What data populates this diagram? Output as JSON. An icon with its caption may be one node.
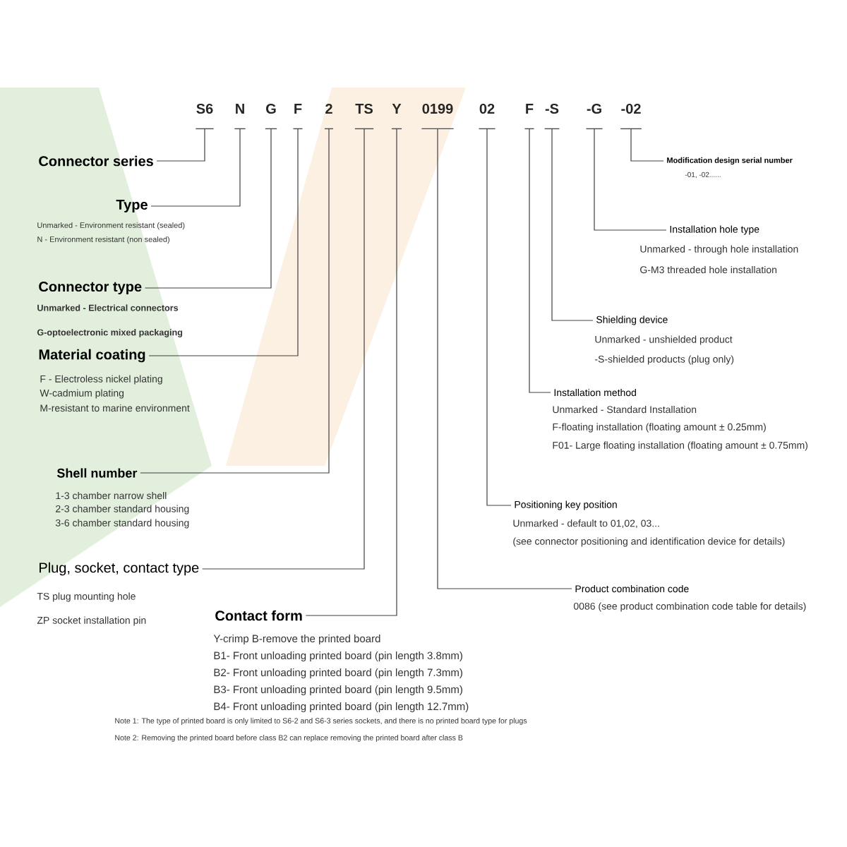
{
  "diagram": {
    "nodes": [
      {
        "text": [
          "S6"
        ]
      },
      {
        "text": [
          "N"
        ]
      },
      {
        "text": [
          "G"
        ]
      },
      {
        "text": [
          "F"
        ]
      },
      {
        "text": [
          "2"
        ]
      },
      {
        "text": [
          "TS"
        ]
      },
      {
        "text": [
          "Y"
        ]
      },
      {
        "text": [
          "0199"
        ]
      },
      {
        "text": [
          "02"
        ]
      },
      {
        "text": [
          "F"
        ]
      },
      {
        "text": [
          "-S"
        ]
      },
      {
        "text": [
          "-G"
        ]
      },
      {
        "text": [
          "-02"
        ]
      },
      {
        "text": [
          "Connector series"
        ]
      },
      {
        "text": [
          "Type"
        ],
        "beside": [
          "Unmarked - Environment resistant (sealed)",
          "N - Environment resistant (non sealed)"
        ]
      },
      {
        "text": [
          "Connector type"
        ],
        "beside": [
          "Unmarked - Electrical connectors",
          "G-optoelectronic mixed packaging"
        ]
      },
      {
        "text": [
          "Material coating"
        ],
        "beside": [
          "F - Electroless nickel plating",
          "W-cadmium plating",
          "M-resistant to marine environment"
        ]
      },
      {
        "text": [
          "Shell number"
        ],
        "beside": [
          "1-3 chamber narrow shell",
          "2-3 chamber standard housing",
          "3-6 chamber standard housing"
        ]
      },
      {
        "text": [
          "Plug, socket, contact type"
        ],
        "beside": [
          "TS plug mounting hole",
          "ZP socket installation pin"
        ]
      },
      {
        "text": [
          "Contact form"
        ],
        "beside": [
          "Y-crimp B-remove the printed board",
          "B1- Front unloading printed board (pin length 3.8mm)",
          "B2- Front unloading printed board (pin length 7.3mm)",
          "B3- Front unloading printed board (pin length 9.5mm)",
          "B4- Front unloading printed board (pin length 12.7mm)"
        ]
      },
      {
        "text": [
          "Product combination code"
        ],
        "beside": [
          "0086 (see product combination code table for details)"
        ]
      },
      {
        "text": [
          "Positioning key position"
        ],
        "beside": [
          "Unmarked - default to 01,02, 03...",
          "(see connector positioning and identification device for details)"
        ]
      },
      {
        "text": [
          "Installation method"
        ],
        "beside": [
          "Unmarked - Standard Installation",
          "F-floating installation (floating amount ± 0.25mm)",
          "F01- Large floating installation (floating amount ± 0.75mm)"
        ]
      },
      {
        "text": [
          "Shielding device"
        ],
        "beside": [
          "Unmarked - unshielded product",
          "-S-shielded products (plug only)"
        ]
      },
      {
        "text": [
          "Installation hole type"
        ],
        "beside": [
          "Unmarked - through hole installation",
          "G-M3 threaded hole installation"
        ]
      },
      {
        "text": [
          "Modification design serial number"
        ],
        "beside": [
          "-01, -02......"
        ]
      }
    ],
    "edges": [
      {
        "from": 0,
        "to": 13,
        "arrow": "none"
      },
      {
        "from": 1,
        "to": 14,
        "arrow": "none"
      },
      {
        "from": 2,
        "to": 15,
        "arrow": "none"
      },
      {
        "from": 3,
        "to": 16,
        "arrow": "none"
      },
      {
        "from": 4,
        "to": 17,
        "arrow": "none"
      },
      {
        "from": 5,
        "to": 18,
        "arrow": "none"
      },
      {
        "from": 6,
        "to": 19,
        "arrow": "none"
      },
      {
        "from": 7,
        "to": 20,
        "arrow": "none"
      },
      {
        "from": 8,
        "to": 21,
        "arrow": "none"
      },
      {
        "from": 9,
        "to": 22,
        "arrow": "none"
      },
      {
        "from": 10,
        "to": 23,
        "arrow": "none"
      },
      {
        "from": 11,
        "to": 24,
        "arrow": "none"
      },
      {
        "from": 12,
        "to": 25,
        "arrow": "none"
      }
    ],
    "labels": [
      "Note 1: The type of printed board is only limited to S6-2 and S6-3 series sockets, and there is no printed board type for plugs",
      "Note 2: Removing the printed board before class B2 can replace removing the printed board after class B"
    ]
  }
}
